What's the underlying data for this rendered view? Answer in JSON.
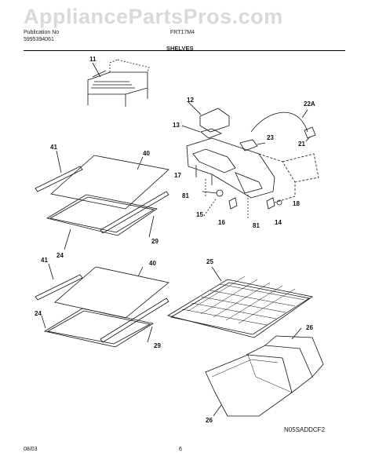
{
  "watermark": "AppliancePartsPros.com",
  "header": {
    "publication_label": "Publication No",
    "publication_number": "5995394061",
    "model": "FRT17M4",
    "section": "SHELVES"
  },
  "callouts": {
    "c11": "11",
    "c12": "12",
    "c13": "13",
    "c22a": "22A",
    "c23": "23",
    "c21": "21",
    "c17": "17",
    "c81a": "81",
    "c81b": "81",
    "c15": "15",
    "c16": "16",
    "c14": "14",
    "c18": "18",
    "c41a": "41",
    "c40a": "40",
    "c29a": "29",
    "c24a": "24",
    "c41b": "41",
    "c40b": "40",
    "c24b": "24",
    "c29b": "29",
    "c25": "25",
    "c26a": "26",
    "c26b": "26"
  },
  "diagram_code": "N05SADDCF2",
  "footer": {
    "date": "08/03",
    "page": "6"
  }
}
